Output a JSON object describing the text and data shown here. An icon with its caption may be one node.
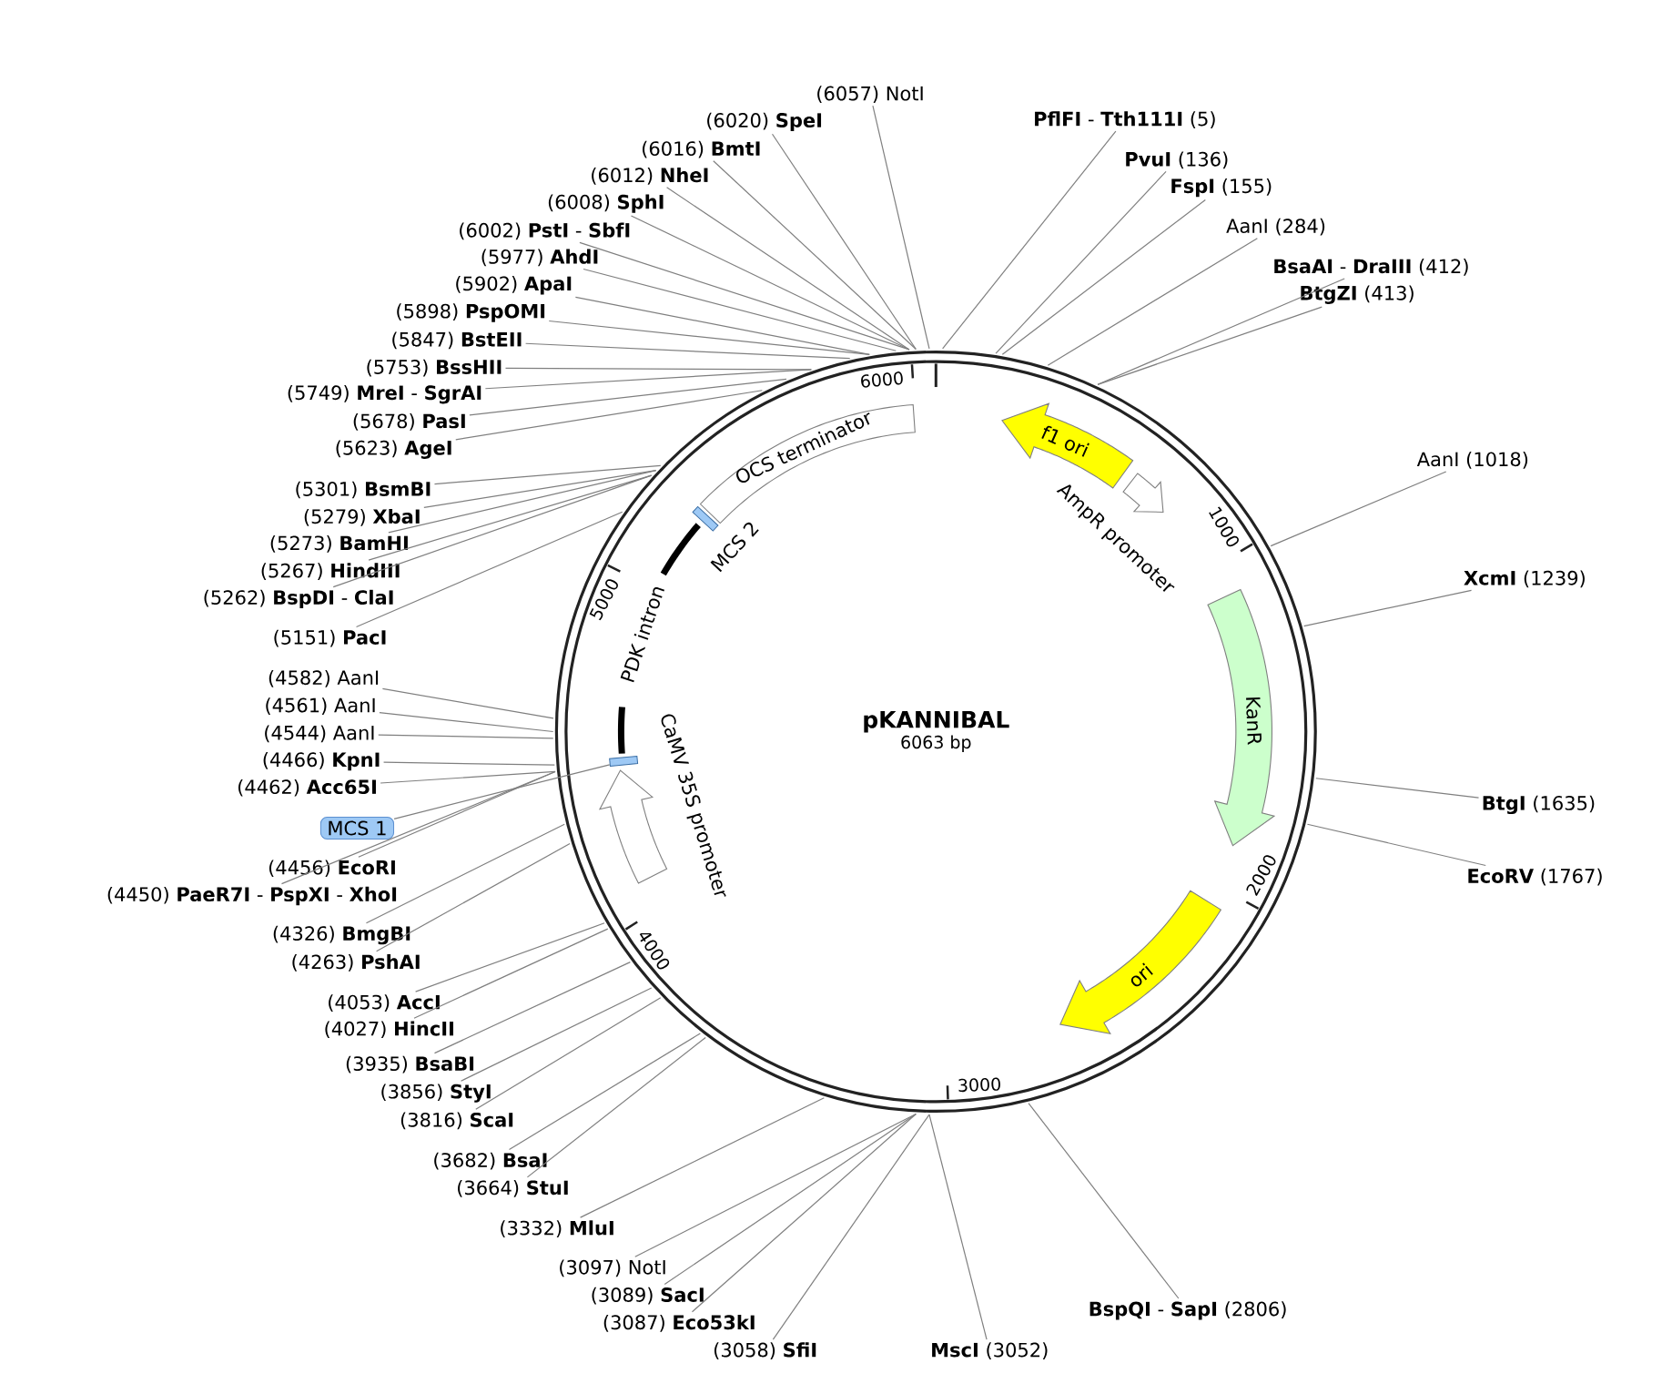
{
  "diagram": {
    "nodes": [
      {
        "text": [
          "pKANNIBAL",
          "6063 bp"
        ]
      },
      {
        "text": [
          "f1 ori"
        ],
        "in": 0
      },
      {
        "text": [
          "AmpR promoter"
        ],
        "in": 0
      },
      {
        "text": [
          "KanR"
        ],
        "in": 0
      },
      {
        "text": [
          "ori"
        ],
        "in": 0
      },
      {
        "text": [
          "CaMV 35S promoter"
        ],
        "in": 0
      },
      {
        "text": [],
        "shape": "box",
        "in": 0
      },
      {
        "text": [
          "PDK intron"
        ],
        "in": 0
      },
      {
        "text": [
          "MCS 2"
        ],
        "in": 0
      },
      {
        "text": [
          "OCS terminator"
        ],
        "in": 0
      },
      {
        "text": [
          "MCS 1"
        ]
      },
      {
        "text": [
          "**PflFI** - **Tth111I** (5)"
        ]
      },
      {
        "text": [
          "**PvuI** (136)"
        ]
      },
      {
        "text": [
          "**FspI** (155)"
        ]
      },
      {
        "text": [
          "AanI (284)"
        ]
      },
      {
        "text": [
          "**BsaAI** - **DraIII** (412)"
        ]
      },
      {
        "text": [
          "**BtgZI** (413)"
        ]
      },
      {
        "text": [
          "AanI (1018)"
        ]
      },
      {
        "text": [
          "**XcmI** (1239)"
        ]
      },
      {
        "text": [
          "**BtgI** (1635)"
        ]
      },
      {
        "text": [
          "**EcoRV** (1767)"
        ]
      },
      {
        "text": [
          "**BspQI** - **SapI** (2806)"
        ]
      },
      {
        "text": [
          "**MscI** (3052)"
        ]
      },
      {
        "text": [
          "(3058) **SfiI**"
        ]
      },
      {
        "text": [
          "(3087) **Eco53kI**"
        ]
      },
      {
        "text": [
          "(3089) **SacI**"
        ]
      },
      {
        "text": [
          "(3097) NotI"
        ]
      },
      {
        "text": [
          "(3332) **MluI**"
        ]
      },
      {
        "text": [
          "(3664) **StuI**"
        ]
      },
      {
        "text": [
          "(3682) **BsaI**"
        ]
      },
      {
        "text": [
          "(3816) **ScaI**"
        ]
      },
      {
        "text": [
          "(3856) **StyI**"
        ]
      },
      {
        "text": [
          "(3935) **BsaBI**"
        ]
      },
      {
        "text": [
          "(4027) **HincII**"
        ]
      },
      {
        "text": [
          "(4053) **AccI**"
        ]
      },
      {
        "text": [
          "(4263) **PshAI**"
        ]
      },
      {
        "text": [
          "(4326) **BmgBI**"
        ]
      },
      {
        "text": [
          "(4450) **PaeR7I** - **PspXI** - **XhoI**"
        ]
      },
      {
        "text": [
          "(4456) **EcoRI**"
        ]
      },
      {
        "text": [
          "(4462) **Acc65I**"
        ]
      },
      {
        "text": [
          "(4466) **KpnI**"
        ]
      },
      {
        "text": [
          "(4544) AanI"
        ]
      },
      {
        "text": [
          "(4561) AanI"
        ]
      },
      {
        "text": [
          "(4582) AanI"
        ]
      },
      {
        "text": [
          "(5151) **PacI**"
        ]
      },
      {
        "text": [
          "(5262) **BspDI** - **ClaI**"
        ]
      },
      {
        "text": [
          "(5267) **HindIII**"
        ]
      },
      {
        "text": [
          "(5273) **BamHI**"
        ]
      },
      {
        "text": [
          "(5279) **XbaI**"
        ]
      },
      {
        "text": [
          "(5301) **BsmBI**"
        ]
      },
      {
        "text": [
          "(5623) **AgeI**"
        ]
      },
      {
        "text": [
          "(5678) **PasI**"
        ]
      },
      {
        "text": [
          "(5749) **MreI** - **SgrAI**"
        ]
      },
      {
        "text": [
          "(5753) **BssHII**"
        ]
      },
      {
        "text": [
          "(5847) **BstEII**"
        ]
      },
      {
        "text": [
          "(5898) **PspOMI**"
        ]
      },
      {
        "text": [
          "(5902) **ApaI**"
        ]
      },
      {
        "text": [
          "(5977) **AhdI**"
        ]
      },
      {
        "text": [
          "(6002) **PstI** - **SbfI**"
        ]
      },
      {
        "text": [
          "(6008) **SphI**"
        ]
      },
      {
        "text": [
          "(6012) **NheI**"
        ]
      },
      {
        "text": [
          "(6016) **BmtI**"
        ]
      },
      {
        "text": [
          "(6020) **SpeI**"
        ]
      },
      {
        "text": [
          "(6057) NotI"
        ]
      }
    ],
    "edges": [
      {
        "from": 10,
        "to": 6,
        "arrow": "none"
      },
      {
        "from": 11,
        "to": 0,
        "arrow": "none"
      },
      {
        "from": 12,
        "to": 0,
        "arrow": "none"
      },
      {
        "from": 13,
        "to": 0,
        "arrow": "none"
      },
      {
        "from": 14,
        "to": 0,
        "arrow": "none"
      },
      {
        "from": 15,
        "to": 0,
        "arrow": "none"
      },
      {
        "from": 16,
        "to": 0,
        "arrow": "none"
      },
      {
        "from": 17,
        "to": 0,
        "arrow": "none"
      },
      {
        "from": 18,
        "to": 0,
        "arrow": "none"
      },
      {
        "from": 19,
        "to": 0,
        "arrow": "none"
      },
      {
        "from": 20,
        "to": 0,
        "arrow": "none"
      },
      {
        "from": 21,
        "to": 0,
        "arrow": "none"
      },
      {
        "from": 22,
        "to": 0,
        "arrow": "none"
      },
      {
        "from": 23,
        "to": 0,
        "arrow": "none"
      },
      {
        "from": 24,
        "to": 0,
        "arrow": "none"
      },
      {
        "from": 25,
        "to": 0,
        "arrow": "none"
      },
      {
        "from": 26,
        "to": 0,
        "arrow": "none"
      },
      {
        "from": 27,
        "to": 0,
        "arrow": "none"
      },
      {
        "from": 28,
        "to": 0,
        "arrow": "none"
      },
      {
        "from": 29,
        "to": 0,
        "arrow": "none"
      },
      {
        "from": 30,
        "to": 0,
        "arrow": "none"
      },
      {
        "from": 31,
        "to": 0,
        "arrow": "none"
      },
      {
        "from": 32,
        "to": 0,
        "arrow": "none"
      },
      {
        "from": 33,
        "to": 0,
        "arrow": "none"
      },
      {
        "from": 34,
        "to": 0,
        "arrow": "none"
      },
      {
        "from": 35,
        "to": 0,
        "arrow": "none"
      },
      {
        "from": 36,
        "to": 0,
        "arrow": "none"
      },
      {
        "from": 37,
        "to": 0,
        "arrow": "none"
      },
      {
        "from": 38,
        "to": 0,
        "arrow": "none"
      },
      {
        "from": 39,
        "to": 0,
        "arrow": "none"
      },
      {
        "from": 40,
        "to": 0,
        "arrow": "none"
      },
      {
        "from": 41,
        "to": 0,
        "arrow": "none"
      },
      {
        "from": 42,
        "to": 0,
        "arrow": "none"
      },
      {
        "from": 43,
        "to": 0,
        "arrow": "none"
      },
      {
        "from": 44,
        "to": 0,
        "arrow": "none"
      },
      {
        "from": 45,
        "to": 0,
        "arrow": "none"
      },
      {
        "from": 46,
        "to": 0,
        "arrow": "none"
      },
      {
        "from": 47,
        "to": 0,
        "arrow": "none"
      },
      {
        "from": 48,
        "to": 0,
        "arrow": "none"
      },
      {
        "from": 49,
        "to": 0,
        "arrow": "none"
      },
      {
        "from": 50,
        "to": 0,
        "arrow": "none"
      },
      {
        "from": 51,
        "to": 0,
        "arrow": "none"
      },
      {
        "from": 52,
        "to": 0,
        "arrow": "none"
      },
      {
        "from": 53,
        "to": 0,
        "arrow": "none"
      },
      {
        "from": 54,
        "to": 0,
        "arrow": "none"
      },
      {
        "from": 55,
        "to": 0,
        "arrow": "none"
      },
      {
        "from": 56,
        "to": 0,
        "arrow": "none"
      },
      {
        "from": 57,
        "to": 0,
        "arrow": "none"
      },
      {
        "from": 58,
        "to": 0,
        "arrow": "none"
      },
      {
        "from": 59,
        "to": 0,
        "arrow": "none"
      },
      {
        "from": 60,
        "to": 0,
        "arrow": "none"
      },
      {
        "from": 61,
        "to": 0,
        "arrow": "none"
      },
      {
        "from": 62,
        "to": 0,
        "arrow": "none"
      },
      {
        "from": 63,
        "to": 0,
        "arrow": "none"
      }
    ],
    "labels": [
      "6000",
      "1000",
      "5000",
      "2000",
      "4000",
      "3000"
    ]
  }
}
